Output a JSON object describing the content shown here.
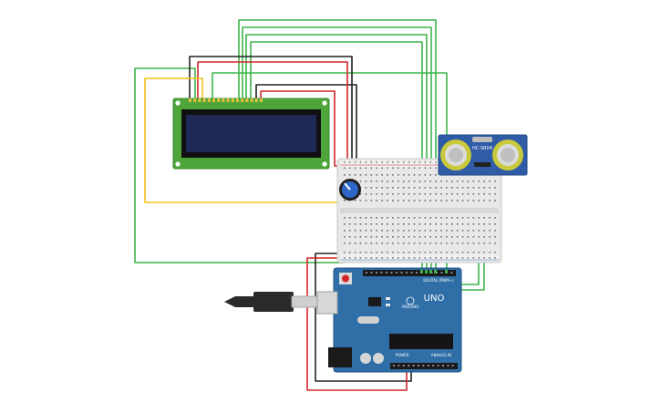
{
  "colors": {
    "wire_green": "#3fb44a",
    "wire_red": "#d3262b",
    "wire_black": "#222222",
    "wire_yellow": "#f2c21b",
    "lcd_pcb": "#4ea53a",
    "lcd_screen": "#1e2a55",
    "sonar_pcb": "#2f5ba7",
    "arduino_pcb": "#2f6ea6",
    "breadboard": "#e8e8e8"
  },
  "components": {
    "sensor": {
      "label": "HC-SR04"
    },
    "arduino": {
      "logo": "ARDUINO",
      "model": "UNO",
      "digital_label": "DIGITAL (PWM~)",
      "power_label": "POWER",
      "analog_label": "ANALOG IN"
    }
  },
  "icons": {
    "usb": "usb-plug-icon",
    "potentiometer": "knob-icon"
  }
}
